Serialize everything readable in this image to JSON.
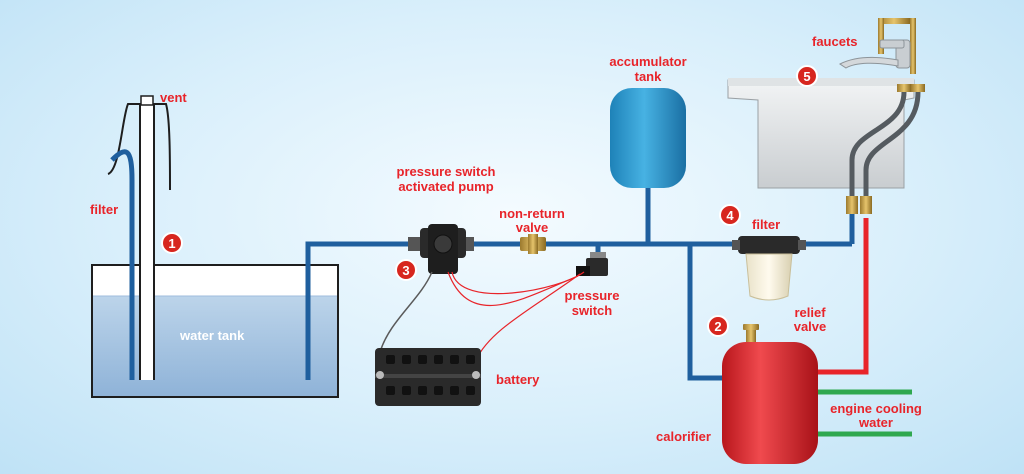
{
  "labels": {
    "vent": "vent",
    "filter_left": "filter",
    "water_tank": "water tank",
    "pump_line1": "pressure switch",
    "pump_line2": "activated pump",
    "nrv_line1": "non-return",
    "nrv_line2": "valve",
    "ps_line1": "pressure",
    "ps_line2": "switch",
    "battery": "battery",
    "acc_line1": "accumulator",
    "acc_line2": "tank",
    "filter_right": "filter",
    "faucets": "faucets",
    "relief_line1": "relief",
    "relief_line2": "valve",
    "calorifier": "calorifier",
    "engine_line1": "engine cooling",
    "engine_line2": "water"
  },
  "badges": [
    "1",
    "2",
    "3",
    "4",
    "5"
  ],
  "colors": {
    "pipe_blue": "#1f5f9e",
    "hot_red": "#e8242a",
    "engine_green": "#2fa84f",
    "label_red": "#e8242a",
    "badge_red": "#d7261e"
  }
}
